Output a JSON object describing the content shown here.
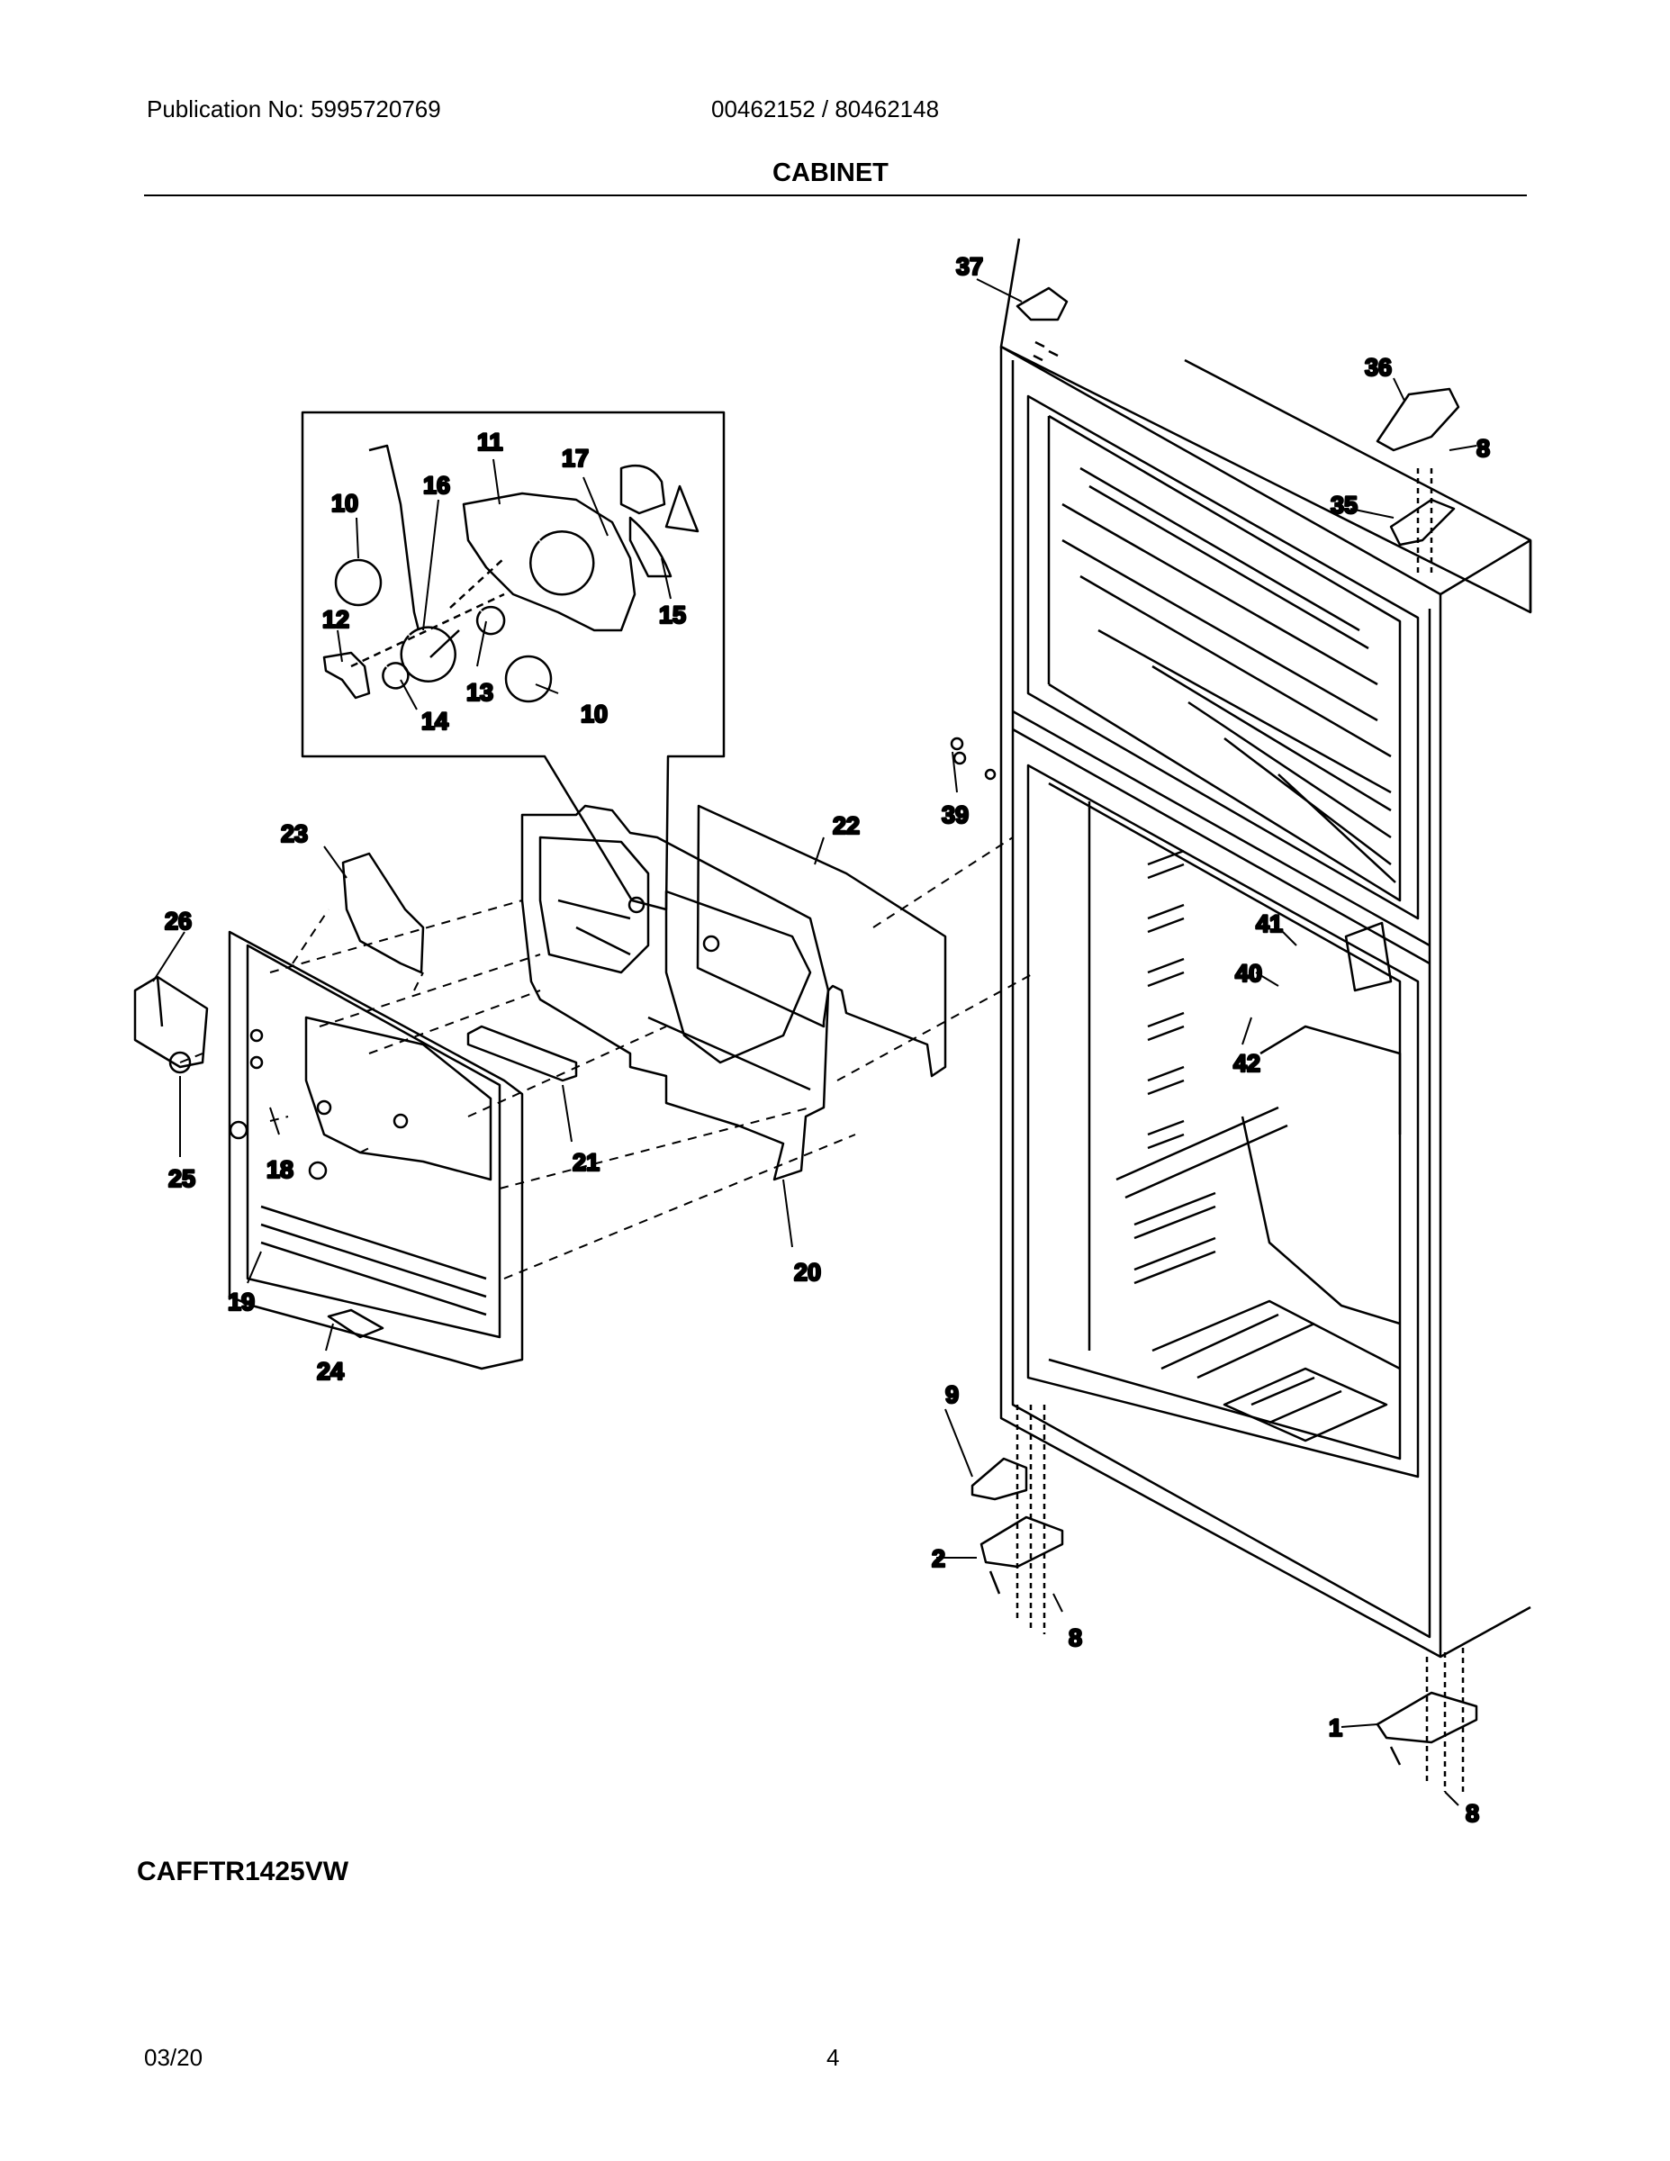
{
  "header": {
    "publication": "Publication No: 5995720769",
    "part_numbers": "00462152 / 80462148",
    "title": "CABINET"
  },
  "callouts": {
    "c37": "37",
    "c36": "36",
    "c8a": "8",
    "c35": "35",
    "c11": "11",
    "c17": "17",
    "c10a": "10",
    "c16": "16",
    "c15": "15",
    "c12": "12",
    "c13": "13",
    "c10b": "10",
    "c14": "14",
    "c39": "39",
    "c23": "23",
    "c22": "22",
    "c26": "26",
    "c41": "41",
    "c40": "40",
    "c42": "42",
    "c25": "25",
    "c18": "18",
    "c21": "21",
    "c20": "20",
    "c19": "19",
    "c24": "24",
    "c9": "9",
    "c2": "2",
    "c8b": "8",
    "c1": "1",
    "c8c": "8"
  },
  "footer": {
    "model": "CAFFTR1425VW",
    "date": "03/20",
    "page": "4"
  }
}
